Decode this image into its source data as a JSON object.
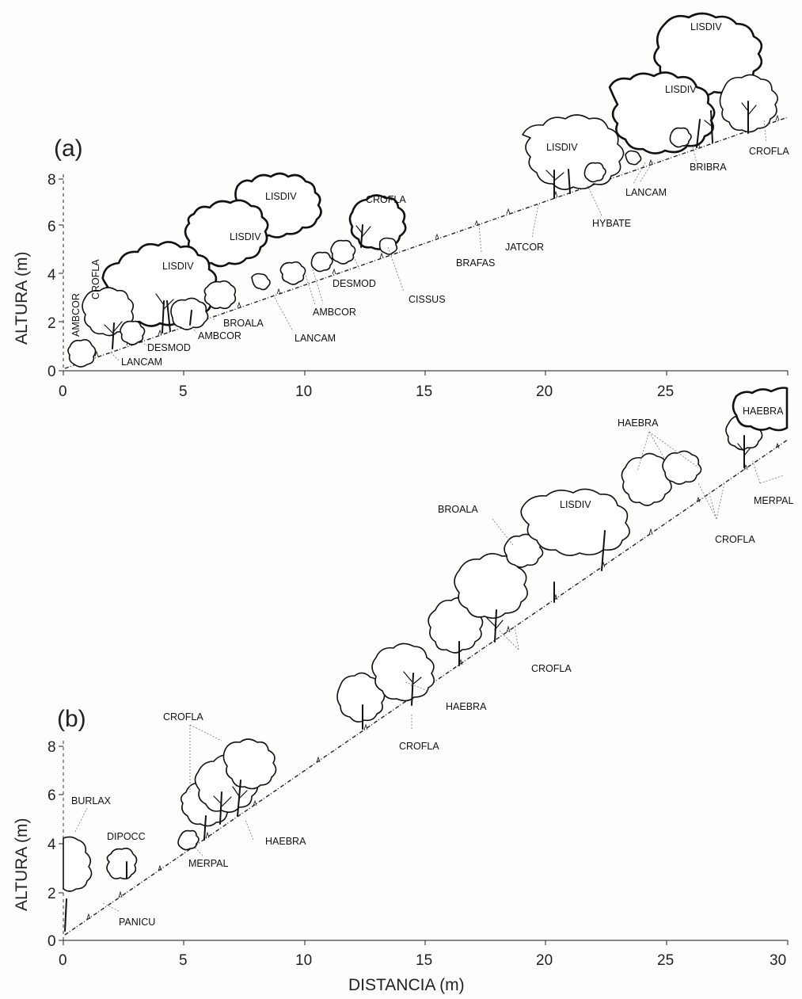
{
  "panel_a": {
    "label": "(a)",
    "y_axis_title": "ALTURA (m)",
    "y_ticks": [
      "0",
      "2",
      "4",
      "6",
      "8"
    ],
    "x_ticks": [
      "0",
      "5",
      "10",
      "15",
      "20",
      "25"
    ],
    "species_labels": [
      "LISDIV",
      "LISDIV",
      "LISDIV",
      "LISDIV",
      "LISDIV",
      "LISDIV",
      "CROFLA",
      "CROFLA",
      "CROFLA",
      "AMBCOR",
      "AMBCOR",
      "AMBCOR",
      "BROALA",
      "DESMOD",
      "DESMOD",
      "LANCAM",
      "LANCAM",
      "LANCAM",
      "CISSUS",
      "BRAFAS",
      "JATCOR",
      "HYBATE",
      "BRIBRA"
    ]
  },
  "panel_b": {
    "label": "(b)",
    "y_axis_title": "ALTURA (m)",
    "x_axis_title": "DISTANCIA (m)",
    "y_ticks": [
      "0",
      "2",
      "4",
      "6",
      "8"
    ],
    "x_ticks": [
      "0",
      "5",
      "10",
      "15",
      "20",
      "25",
      "30"
    ],
    "species_labels": [
      "HAEBRA",
      "HAEBRA",
      "HAEBRA",
      "HAEBRA",
      "LISDIV",
      "BROALA",
      "MERPAL",
      "MERPAL",
      "CROFLA",
      "CROFLA",
      "CROFLA",
      "CROFLA",
      "BURLAX",
      "DIPOCC",
      "PANICU"
    ]
  },
  "colors": {
    "ink": "#111111",
    "paper": "#fdfdfb"
  }
}
